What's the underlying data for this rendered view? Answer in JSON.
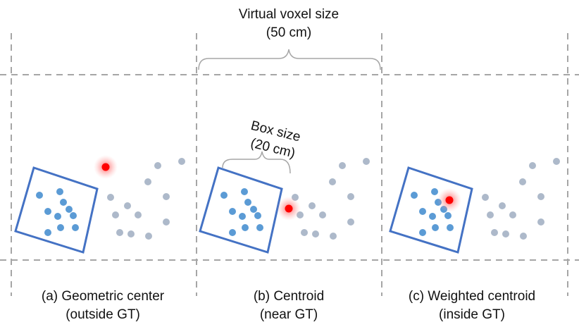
{
  "header": {
    "voxel_label_line1": "Virtual voxel size",
    "voxel_label_line2": "(50 cm)",
    "box_label_line1": "Box size",
    "box_label_line2": "(20 cm)"
  },
  "panels": [
    {
      "id": "a",
      "caption_line1": "(a) Geometric center",
      "caption_line2": "(outside GT)"
    },
    {
      "id": "b",
      "caption_line1": "(b) Centroid",
      "caption_line2": "(near GT)"
    },
    {
      "id": "c",
      "caption_line1": "(c) Weighted centroid",
      "caption_line2": "(inside GT)"
    }
  ],
  "colors": {
    "grid_dashed": "#a6a6a6",
    "brace": "#a6a6a6",
    "box_outline": "#4472c4",
    "inside_points": "#5b9bd5",
    "outside_points": "#adb9ca",
    "center_point": "#ff0000"
  }
}
